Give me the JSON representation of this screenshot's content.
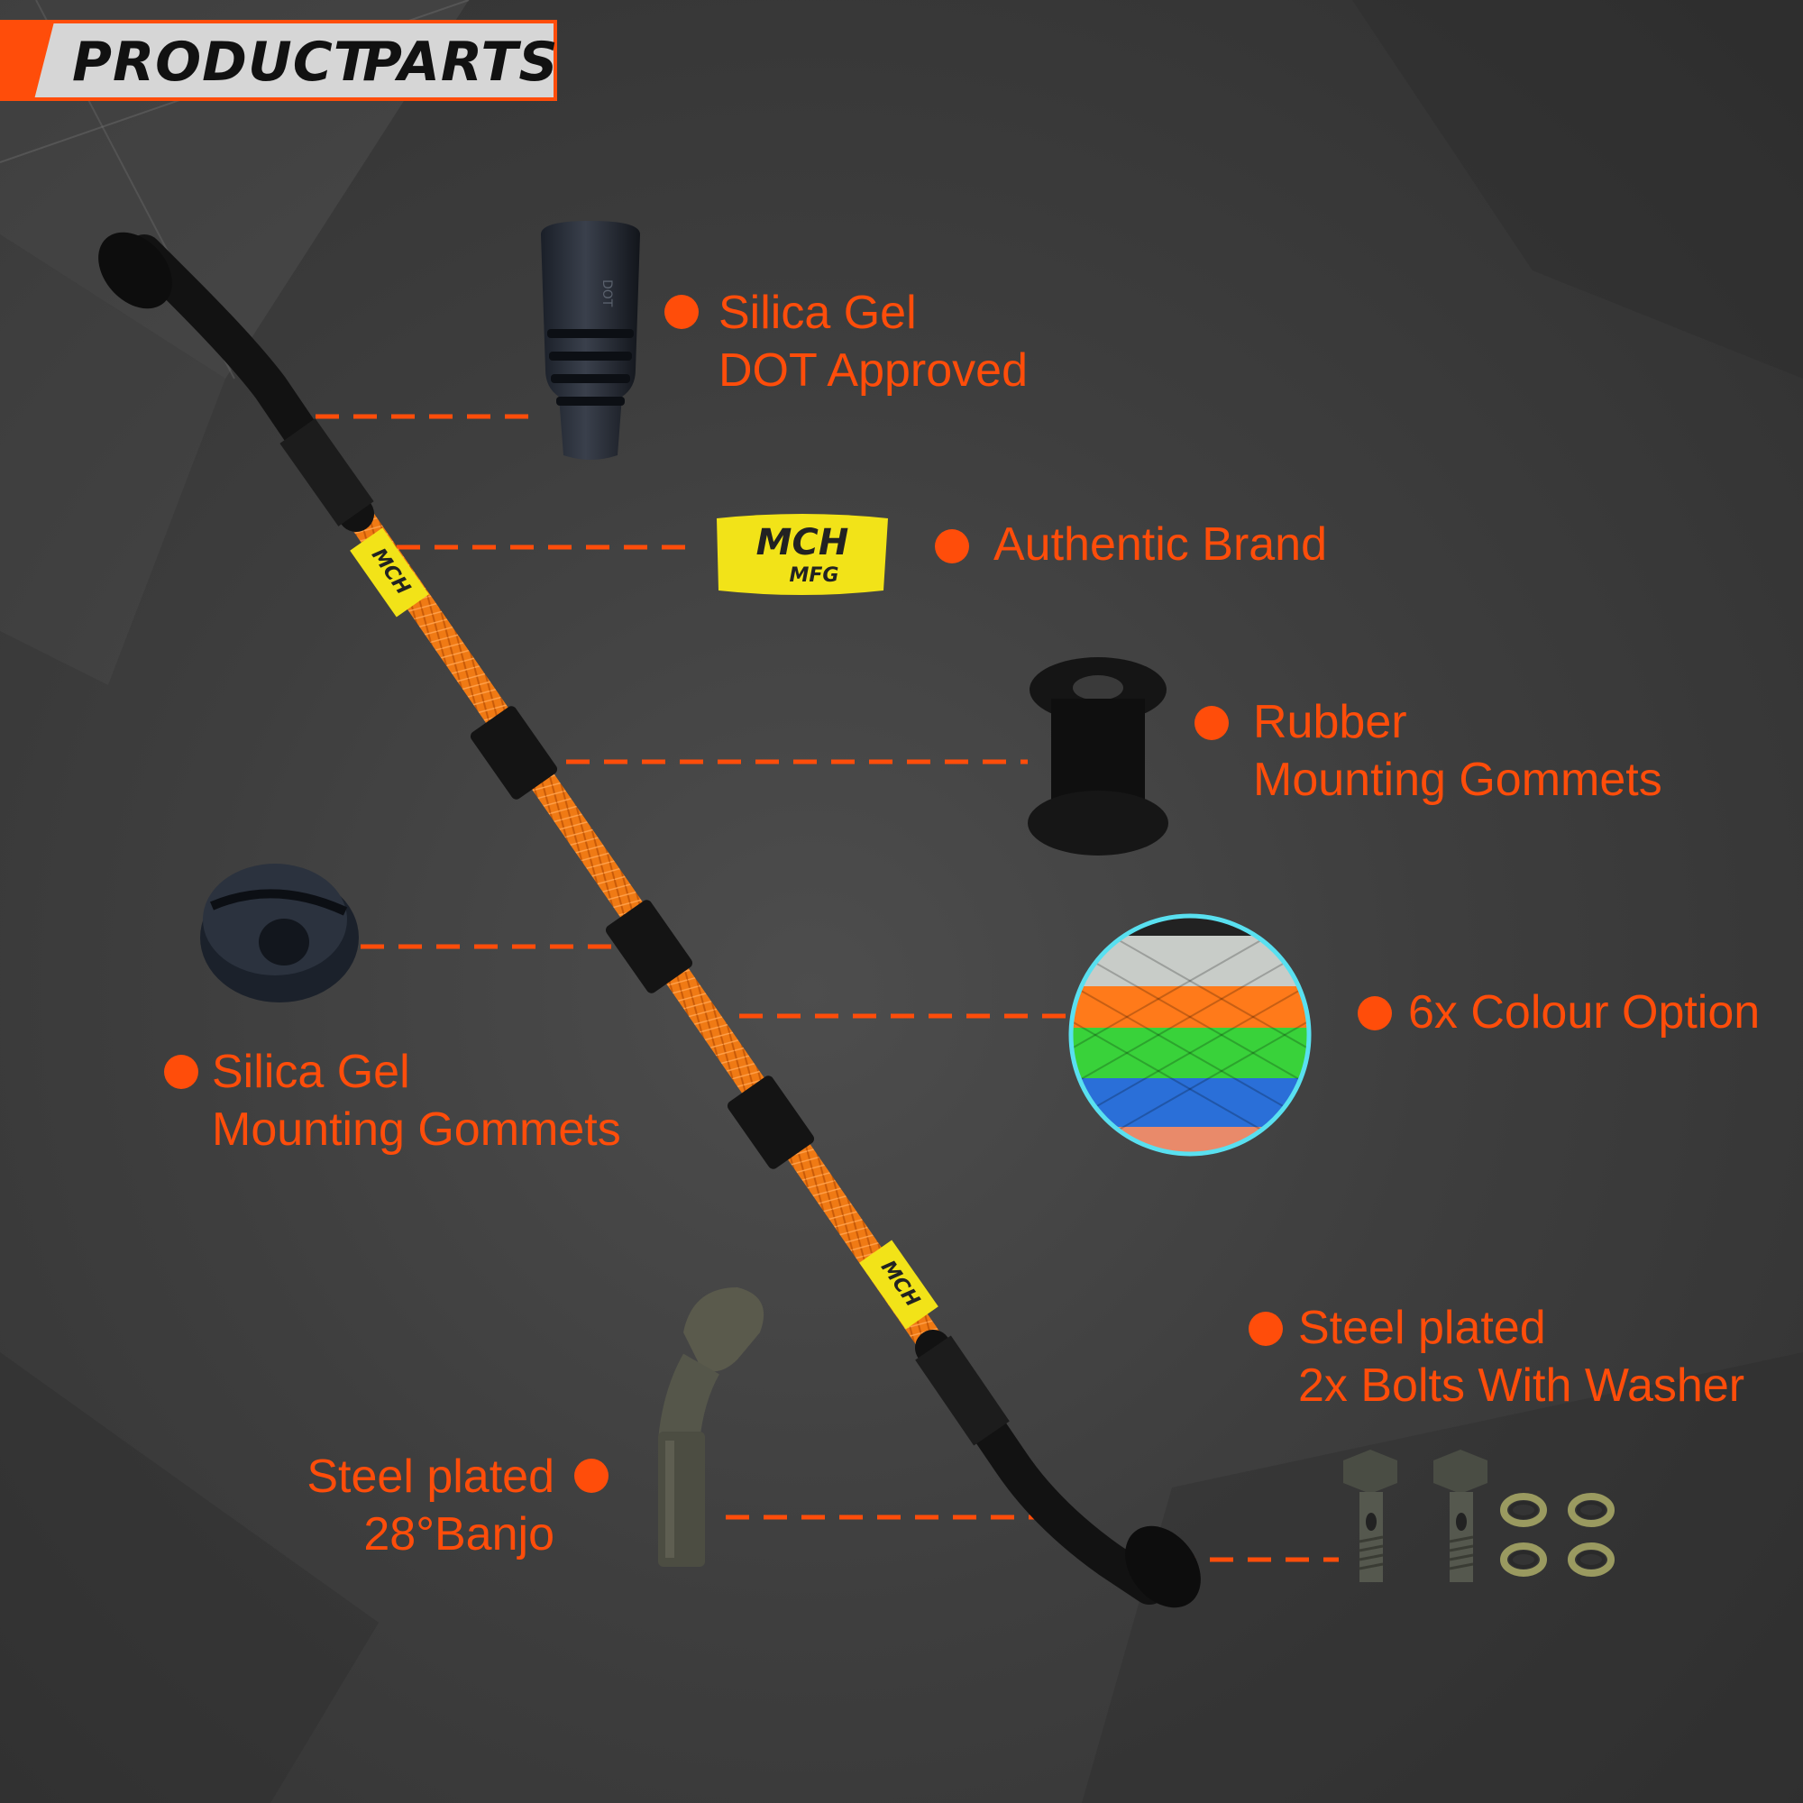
{
  "header": {
    "word1": "PRODUCT",
    "word2": "PARTS"
  },
  "brand": {
    "line1": "MCH",
    "line2": "MFG"
  },
  "boot_marking": "DOT",
  "parts": [
    {
      "line1": "Silica Gel",
      "line2": "DOT Approved"
    },
    {
      "line1": "Authentic Brand"
    },
    {
      "line1": "Rubber",
      "line2": "Mounting Gommets"
    },
    {
      "line1": "Silica Gel",
      "line2": "Mounting Gommets"
    },
    {
      "line1": "6x Colour Option"
    },
    {
      "line1": "Steel plated",
      "line2": "2x Bolts With Washer"
    },
    {
      "line1": "Steel plated",
      "line2": "28°Banjo"
    }
  ],
  "colors": {
    "accent": "#ff4d0a",
    "hose": "#f07a14",
    "label_yellow": "#f2e318",
    "swatches": [
      "#c8ccc8",
      "#ff7a1a",
      "#39d23a",
      "#2a6fd8",
      "#e98a6a"
    ]
  }
}
